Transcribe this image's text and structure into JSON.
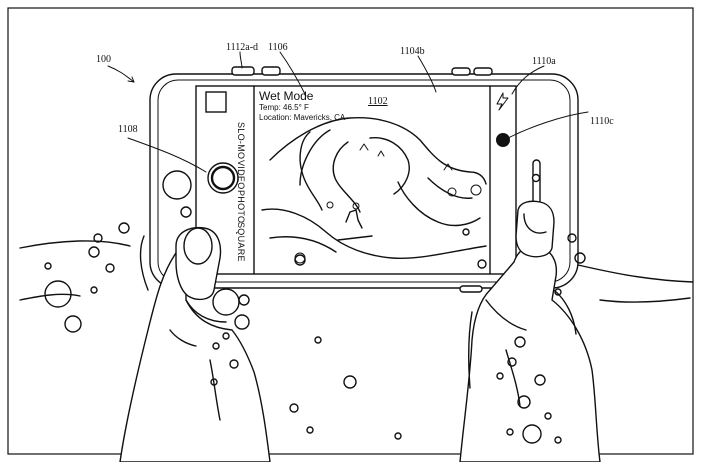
{
  "labels": {
    "figure_ref": "100",
    "buttons_ref": "1112a-d",
    "wet_mode_ref": "1106",
    "housing_ref": "1104b",
    "flash_ref": "1110a",
    "shutter_ref": "1108",
    "preview_ref": "1102",
    "record_ref": "1110c"
  },
  "screen": {
    "title": "Wet Mode",
    "temperature": "Temp: 46.5° F",
    "location": "Location: Mavericks, CA",
    "modes": [
      "SLO-MO",
      "VIDEO",
      "PHOTO",
      "SQUARE"
    ]
  },
  "icons": {
    "flash": "flash-icon",
    "shutter": "shutter-button-icon",
    "record": "record-dot-icon",
    "thumbnail": "thumbnail-icon",
    "zoom": "zoom-slider-icon"
  }
}
